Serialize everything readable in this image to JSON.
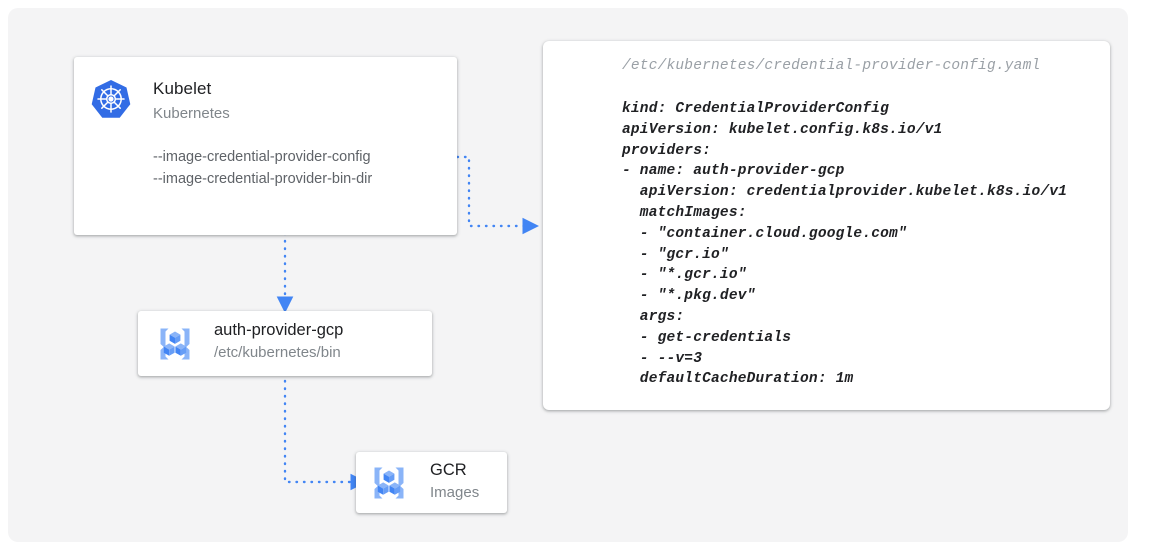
{
  "canvas": {
    "background": "#f4f4f5",
    "accent": "#4285f4"
  },
  "kubelet_card": {
    "icon": "kubernetes-helm-icon",
    "title": "Kubelet",
    "subtitle": "Kubernetes",
    "flags": [
      "--image-credential-provider-config",
      "--image-credential-provider-bin-dir"
    ]
  },
  "auth_provider_card": {
    "icon": "container-registry-icon",
    "title": "auth-provider-gcp",
    "subtitle": "/etc/kubernetes/bin"
  },
  "gcr_card": {
    "icon": "container-registry-icon",
    "title": "GCR",
    "subtitle": "Images"
  },
  "yaml_panel": {
    "path": "/etc/kubernetes/credential-provider-config.yaml",
    "lines": [
      "kind: CredentialProviderConfig",
      "apiVersion: kubelet.config.k8s.io/v1",
      "providers:",
      "- name: auth-provider-gcp",
      "  apiVersion: credentialprovider.kubelet.k8s.io/v1",
      "  matchImages:",
      "  - \"container.cloud.google.com\"",
      "  - \"gcr.io\"",
      "  - \"*.gcr.io\"",
      "  - \"*.pkg.dev\"",
      "  args:",
      "  - get-credentials",
      "  - --v=3",
      "  defaultCacheDuration: 1m"
    ]
  },
  "connectors": [
    {
      "name": "kubelet-config-to-yaml",
      "style": "dotted",
      "arrow": "right"
    },
    {
      "name": "kubelet-to-auth-provider",
      "style": "dotted",
      "arrow": "down"
    },
    {
      "name": "auth-provider-to-gcr",
      "style": "dotted",
      "arrow": "right"
    }
  ]
}
